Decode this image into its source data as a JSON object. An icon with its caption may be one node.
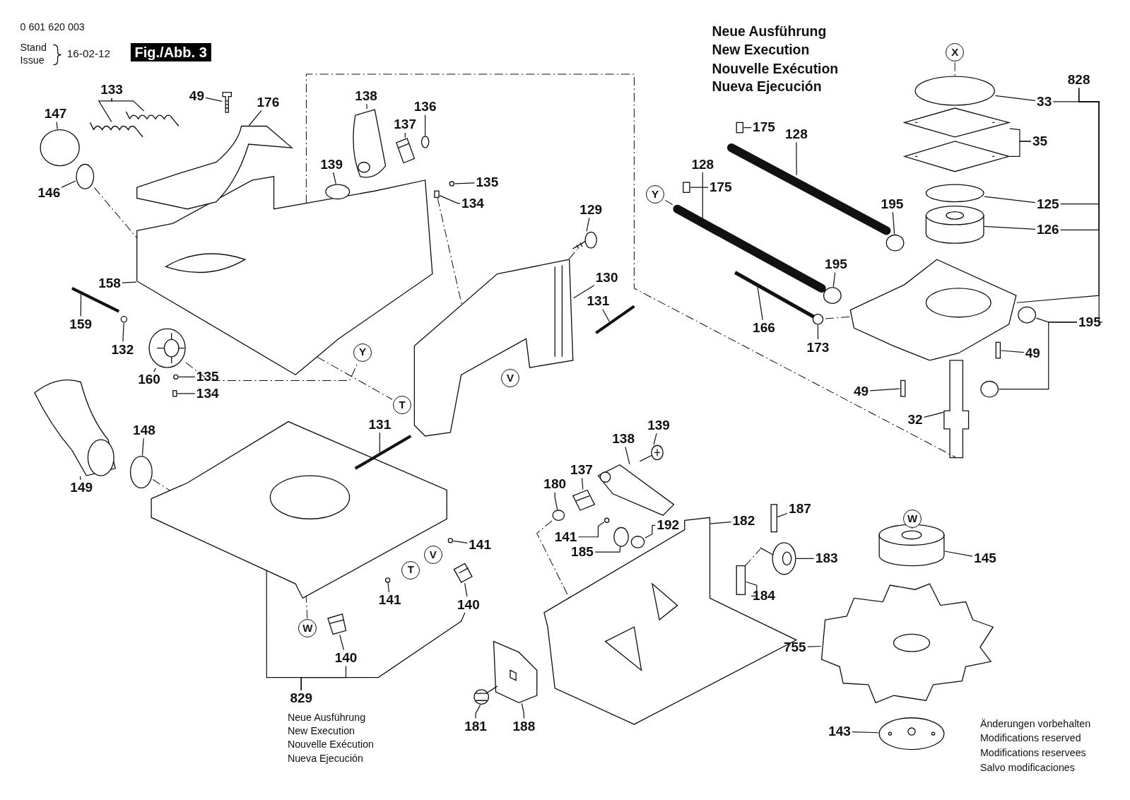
{
  "diagram": {
    "nodes": [
      {
        "text": [
          "Fig./Abb. 3"
        ]
      },
      {
        "text": [
          "X"
        ]
      },
      {
        "text": [
          "147"
        ]
      },
      {
        "text": [
          "133"
        ]
      },
      {
        "text": [
          "49"
        ]
      },
      {
        "text": [
          "176"
        ]
      },
      {
        "text": [
          "138"
        ]
      },
      {
        "text": [
          "136"
        ]
      },
      {
        "text": [
          "137"
        ]
      },
      {
        "text": [
          "139"
        ]
      },
      {
        "text": [
          "135"
        ]
      },
      {
        "text": [
          "134"
        ]
      },
      {
        "text": [
          "146"
        ]
      },
      {
        "text": [
          "129"
        ]
      },
      {
        "text": [
          "158"
        ]
      },
      {
        "text": [
          "130"
        ]
      },
      {
        "text": [
          "131"
        ]
      },
      {
        "text": [
          "159"
        ]
      },
      {
        "text": [
          "132"
        ]
      },
      {
        "text": [
          "Y"
        ]
      },
      {
        "text": [
          "160"
        ]
      },
      {
        "text": [
          "V"
        ]
      },
      {
        "text": [
          "135"
        ]
      },
      {
        "text": [
          "134"
        ]
      },
      {
        "text": [
          "148"
        ]
      },
      {
        "text": [
          "131"
        ]
      },
      {
        "text": [
          "T"
        ]
      },
      {
        "text": [
          "149"
        ]
      },
      {
        "text": [
          "141"
        ]
      },
      {
        "text": [
          "V"
        ]
      },
      {
        "text": [
          "T"
        ]
      },
      {
        "text": [
          "141"
        ]
      },
      {
        "text": [
          "140"
        ]
      },
      {
        "text": [
          "W"
        ]
      },
      {
        "text": [
          "140"
        ]
      },
      {
        "text": [
          "829"
        ]
      },
      {
        "text": [
          "828"
        ]
      },
      {
        "text": [
          "33"
        ]
      },
      {
        "text": [
          "175"
        ]
      },
      {
        "text": [
          "35"
        ]
      },
      {
        "text": [
          "128"
        ]
      },
      {
        "text": [
          "Y"
        ]
      },
      {
        "text": [
          "175"
        ]
      },
      {
        "text": [
          "195"
        ]
      },
      {
        "text": [
          "125"
        ]
      },
      {
        "text": [
          "128"
        ]
      },
      {
        "text": [
          "126"
        ]
      },
      {
        "text": [
          "195"
        ]
      },
      {
        "text": [
          "166"
        ]
      },
      {
        "text": [
          "195"
        ]
      },
      {
        "text": [
          "173"
        ]
      },
      {
        "text": [
          "49"
        ]
      },
      {
        "text": [
          "49"
        ]
      },
      {
        "text": [
          "32"
        ]
      },
      {
        "text": [
          "139"
        ]
      },
      {
        "text": [
          "138"
        ]
      },
      {
        "text": [
          "137"
        ]
      },
      {
        "text": [
          "180"
        ]
      },
      {
        "text": [
          "187"
        ]
      },
      {
        "text": [
          "W"
        ]
      },
      {
        "text": [
          "182"
        ]
      },
      {
        "text": [
          "192"
        ]
      },
      {
        "text": [
          "141"
        ]
      },
      {
        "text": [
          "185"
        ]
      },
      {
        "text": [
          "183"
        ]
      },
      {
        "text": [
          "145"
        ]
      },
      {
        "text": [
          "184"
        ]
      },
      {
        "text": [
          "755"
        ]
      },
      {
        "text": [
          "181"
        ]
      },
      {
        "text": [
          "188"
        ]
      },
      {
        "text": [
          "143"
        ]
      },
      {
        "text": [],
        "shape": "circle"
      },
      {
        "text": [],
        "shape": "picture"
      },
      {
        "text": [],
        "shape": "picture"
      },
      {
        "text": [],
        "shape": "picture"
      },
      {
        "text": [],
        "shape": "picture"
      },
      {
        "text": [],
        "shape": "picture"
      },
      {
        "text": [],
        "shape": "circle"
      },
      {
        "text": [],
        "shape": "picture"
      },
      {
        "text": [],
        "shape": "circle"
      },
      {
        "text": [],
        "shape": "circle"
      },
      {
        "text": [],
        "shape": "box"
      },
      {
        "text": [],
        "shape": "circle"
      },
      {
        "text": [],
        "shape": "picture"
      },
      {
        "text": [],
        "shape": "picture"
      },
      {
        "text": [],
        "shape": "picture"
      },
      {
        "text": [],
        "shape": "picture"
      },
      {
        "text": [],
        "shape": "picture"
      },
      {
        "text": [],
        "shape": "circle"
      },
      {
        "text": [],
        "shape": "picture"
      },
      {
        "text": [],
        "shape": "circle"
      },
      {
        "text": [],
        "shape": "box"
      },
      {
        "text": [],
        "shape": "circle"
      },
      {
        "text": [],
        "shape": "picture"
      },
      {
        "text": [],
        "shape": "picture"
      },
      {
        "text": [],
        "shape": "circle"
      },
      {
        "text": [],
        "shape": "circle"
      },
      {
        "text": [],
        "shape": "picture"
      },
      {
        "text": [],
        "shape": "picture"
      },
      {
        "text": [],
        "shape": "picture"
      },
      {
        "text": [],
        "shape": "picture"
      },
      {
        "text": [],
        "shape": "circle"
      },
      {
        "text": [],
        "shape": "box"
      },
      {
        "text": [],
        "shape": "picture"
      },
      {
        "text": [],
        "shape": "picture"
      },
      {
        "text": [],
        "shape": "picture"
      },
      {
        "text": [],
        "shape": "box"
      },
      {
        "text": [],
        "shape": "circle"
      },
      {
        "text": [],
        "shape": "circle"
      },
      {
        "text": [],
        "shape": "picture"
      },
      {
        "text": [],
        "shape": "cylinder"
      },
      {
        "text": [],
        "shape": "circle"
      },
      {
        "text": [],
        "shape": "picture"
      },
      {
        "text": [],
        "shape": "circle"
      },
      {
        "text": [],
        "shape": "circle"
      },
      {
        "text": [],
        "shape": "circle"
      },
      {
        "text": [],
        "shape": "box"
      },
      {
        "text": [],
        "shape": "box"
      },
      {
        "text": [],
        "shape": "picture"
      },
      {
        "text": [],
        "shape": "picture"
      },
      {
        "text": [],
        "shape": "picture"
      },
      {
        "text": [],
        "shape": "picture"
      },
      {
        "text": [],
        "shape": "circle"
      },
      {
        "text": [],
        "shape": "box"
      },
      {
        "text": [],
        "shape": "picture"
      },
      {
        "text": [],
        "shape": "circle"
      },
      {
        "text": [],
        "shape": "circle"
      },
      {
        "text": [],
        "shape": "circle"
      },
      {
        "text": [],
        "shape": "picture"
      },
      {
        "text": [],
        "shape": "cylinder"
      },
      {
        "text": [],
        "shape": "box"
      },
      {
        "text": [],
        "shape": "picture"
      },
      {
        "text": [],
        "shape": "picture"
      },
      {
        "text": [],
        "shape": "picture"
      },
      {
        "text": [],
        "shape": "picture"
      }
    ],
    "edges": [
      {
        "from": 2,
        "to": 71,
        "arrow": "none"
      },
      {
        "from": 3,
        "to": 72,
        "arrow": "none"
      },
      {
        "from": 3,
        "to": 73,
        "arrow": "none"
      },
      {
        "from": 4,
        "to": 74,
        "arrow": "none"
      },
      {
        "from": 5,
        "to": 75,
        "arrow": "none"
      },
      {
        "from": 6,
        "to": 76,
        "arrow": "none"
      },
      {
        "from": 7,
        "to": 77,
        "arrow": "none"
      },
      {
        "from": 8,
        "to": 78,
        "arrow": "none"
      },
      {
        "from": 9,
        "to": 79,
        "arrow": "none"
      },
      {
        "from": 10,
        "to": 80,
        "arrow": "none"
      },
      {
        "from": 11,
        "to": 81,
        "arrow": "none"
      },
      {
        "from": 12,
        "to": 82,
        "arrow": "none"
      },
      {
        "from": 13,
        "to": 83,
        "arrow": "none"
      },
      {
        "from": 14,
        "to": 84,
        "arrow": "none"
      },
      {
        "from": 15,
        "to": 85,
        "arrow": "none"
      },
      {
        "from": 16,
        "to": 86,
        "arrow": "none"
      },
      {
        "from": 17,
        "to": 87,
        "arrow": "none"
      },
      {
        "from": 18,
        "to": 88,
        "arrow": "none"
      },
      {
        "from": 20,
        "to": 89,
        "arrow": "none"
      },
      {
        "from": 22,
        "to": 90,
        "arrow": "none"
      },
      {
        "from": 23,
        "to": 91,
        "arrow": "none"
      },
      {
        "from": 24,
        "to": 92,
        "arrow": "none"
      },
      {
        "from": 25,
        "to": 93,
        "arrow": "none"
      },
      {
        "from": 27,
        "to": 94,
        "arrow": "none"
      },
      {
        "from": 28,
        "to": 95,
        "arrow": "none"
      },
      {
        "from": 31,
        "to": 96,
        "arrow": "none"
      },
      {
        "from": 32,
        "to": 97,
        "arrow": "none"
      },
      {
        "from": 34,
        "to": 98,
        "arrow": "none"
      },
      {
        "from": 35,
        "to": 99,
        "arrow": "none"
      },
      {
        "from": 35,
        "to": 34,
        "arrow": "none"
      },
      {
        "from": 35,
        "to": 32,
        "arrow": "none"
      },
      {
        "from": 36,
        "to": 37,
        "arrow": "none"
      },
      {
        "from": 36,
        "to": 44,
        "arrow": "none"
      },
      {
        "from": 36,
        "to": 46,
        "arrow": "none"
      },
      {
        "from": 36,
        "to": 100,
        "arrow": "none"
      },
      {
        "from": 36,
        "to": 49,
        "arrow": "none"
      },
      {
        "from": 37,
        "to": 101,
        "arrow": "none"
      },
      {
        "from": 38,
        "to": 102,
        "arrow": "none"
      },
      {
        "from": 39,
        "to": 103,
        "arrow": "none"
      },
      {
        "from": 39,
        "to": 104,
        "arrow": "none"
      },
      {
        "from": 40,
        "to": 105,
        "arrow": "none"
      },
      {
        "from": 42,
        "to": 106,
        "arrow": "none"
      },
      {
        "from": 43,
        "to": 107,
        "arrow": "none"
      },
      {
        "from": 44,
        "to": 108,
        "arrow": "none"
      },
      {
        "from": 45,
        "to": 109,
        "arrow": "none"
      },
      {
        "from": 46,
        "to": 110,
        "arrow": "none"
      },
      {
        "from": 47,
        "to": 111,
        "arrow": "none"
      },
      {
        "from": 48,
        "to": 112,
        "arrow": "none"
      },
      {
        "from": 49,
        "to": 113,
        "arrow": "none"
      },
      {
        "from": 49,
        "to": 114,
        "arrow": "none"
      },
      {
        "from": 50,
        "to": 115,
        "arrow": "none"
      },
      {
        "from": 51,
        "to": 116,
        "arrow": "none"
      },
      {
        "from": 52,
        "to": 117,
        "arrow": "none"
      },
      {
        "from": 53,
        "to": 118,
        "arrow": "none"
      },
      {
        "from": 54,
        "to": 119,
        "arrow": "none"
      },
      {
        "from": 55,
        "to": 120,
        "arrow": "none"
      },
      {
        "from": 56,
        "to": 121,
        "arrow": "none"
      },
      {
        "from": 57,
        "to": 122,
        "arrow": "none"
      },
      {
        "from": 58,
        "to": 123,
        "arrow": "none"
      },
      {
        "from": 60,
        "to": 124,
        "arrow": "none"
      },
      {
        "from": 61,
        "to": 125,
        "arrow": "none"
      },
      {
        "from": 62,
        "to": 126,
        "arrow": "none"
      },
      {
        "from": 63,
        "to": 127,
        "arrow": "none"
      },
      {
        "from": 64,
        "to": 128,
        "arrow": "none"
      },
      {
        "from": 65,
        "to": 129,
        "arrow": "none"
      },
      {
        "from": 66,
        "to": 130,
        "arrow": "none"
      },
      {
        "from": 67,
        "to": 131,
        "arrow": "none"
      },
      {
        "from": 68,
        "to": 132,
        "arrow": "none"
      },
      {
        "from": 69,
        "to": 133,
        "arrow": "none"
      },
      {
        "from": 70,
        "to": 134,
        "arrow": "none"
      },
      {
        "from": 89,
        "to": 19,
        "arrow": "none",
        "style": "dashed"
      },
      {
        "from": 84,
        "to": 26,
        "arrow": "none",
        "style": "dashed"
      },
      {
        "from": 84,
        "to": 118,
        "arrow": "none",
        "style": "dashed"
      },
      {
        "from": 1,
        "to": 101,
        "arrow": "none",
        "style": "dashed"
      },
      {
        "from": 59,
        "to": 129,
        "arrow": "none",
        "style": "dashed"
      },
      {
        "from": 41,
        "to": 109,
        "arrow": "none",
        "style": "dashed"
      },
      {
        "from": 82,
        "to": 84,
        "arrow": "none",
        "style": "dashed"
      },
      {
        "from": 85,
        "to": 83,
        "arrow": "none",
        "style": "dashed"
      },
      {
        "from": 81,
        "to": 85,
        "arrow": "none",
        "style": "dashed"
      },
      {
        "from": 92,
        "to": 99,
        "arrow": "none",
        "style": "dashed"
      },
      {
        "from": 122,
        "to": 124,
        "arrow": "none",
        "style": "dashed"
      },
      {
        "from": 100,
        "to": 115,
        "arrow": "none",
        "style": "dashed"
      },
      {
        "from": 130,
        "to": 128,
        "arrow": "none",
        "style": "dashed"
      },
      {
        "from": 33,
        "to": 99,
        "arrow": "none",
        "style": "dashed"
      }
    ],
    "labels": [
      "0 601 620 003",
      "Stand",
      "Issue",
      "16-02-12",
      "Neue Ausführung",
      "New Execution",
      "Nouvelle Exécution",
      "Nueva Ejecución",
      "Neue Ausführung",
      "New Execution",
      "Nouvelle Exécution",
      "Nueva Ejecución",
      "Änderungen vorbehalten",
      "Modifications reserved",
      "Modifications reservees",
      "Salvo modificaciones"
    ]
  }
}
